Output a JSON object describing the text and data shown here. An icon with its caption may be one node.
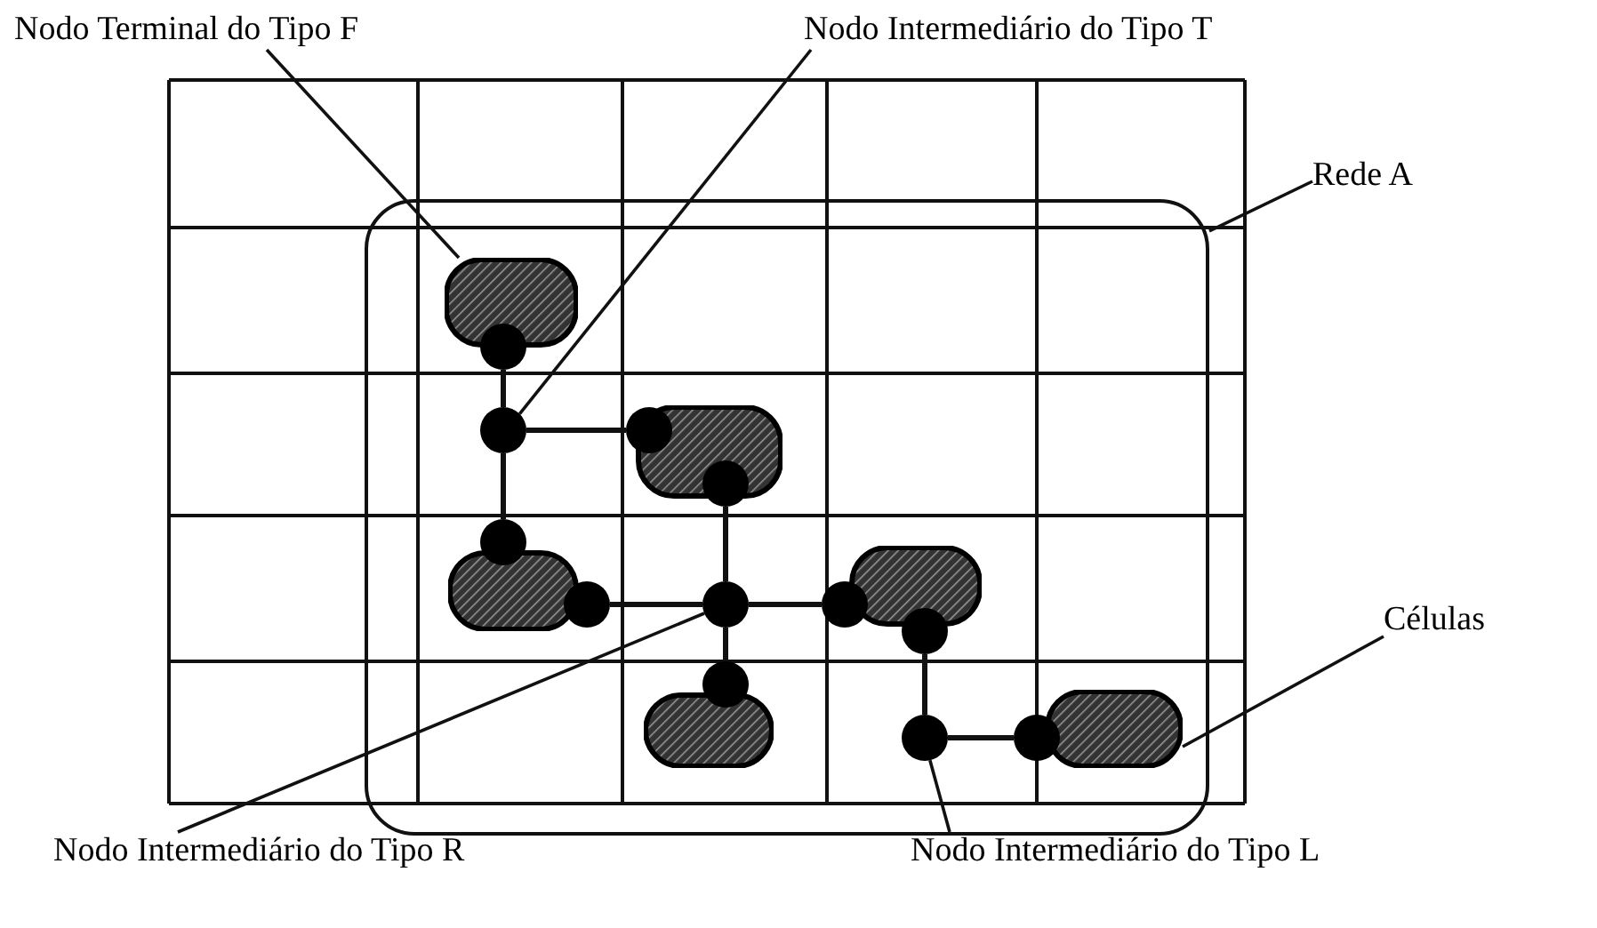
{
  "diagram": {
    "nodes": [
      {
        "text": [
          "Nodo Terminal do Tipo F"
        ]
      },
      {
        "text": [
          "Nodo Intermediário do Tipo T"
        ]
      },
      {
        "text": [
          "Rede A"
        ]
      },
      {
        "text": [],
        "shape": "box"
      },
      {
        "text": [],
        "shape": "cloud",
        "in": 3
      },
      {
        "text": [],
        "shape": "circle",
        "in": 3
      },
      {
        "text": [],
        "shape": "cloud",
        "in": 3
      },
      {
        "text": [],
        "shape": "cloud",
        "in": 3
      },
      {
        "text": [],
        "shape": "circle",
        "in": 3
      },
      {
        "text": [],
        "shape": "cloud",
        "in": 3
      },
      {
        "text": [],
        "shape": "cloud",
        "in": 3
      },
      {
        "text": [],
        "shape": "circle",
        "in": 3
      },
      {
        "text": [],
        "shape": "cloud",
        "in": 3
      },
      {
        "text": [
          "Células"
        ]
      },
      {
        "text": [
          "Nodo Intermediário do Tipo R"
        ]
      },
      {
        "text": [
          "Nodo Intermediário do Tipo L"
        ]
      }
    ],
    "edges": [
      {
        "from": 4,
        "to": 5,
        "arrow": "none"
      },
      {
        "from": 5,
        "to": 6,
        "arrow": "none"
      },
      {
        "from": 5,
        "to": 7,
        "arrow": "none"
      },
      {
        "from": 6,
        "to": 8,
        "arrow": "none"
      },
      {
        "from": 7,
        "to": 8,
        "arrow": "none"
      },
      {
        "from": 8,
        "to": 9,
        "arrow": "none"
      },
      {
        "from": 8,
        "to": 10,
        "arrow": "none"
      },
      {
        "from": 9,
        "to": 11,
        "arrow": "none"
      },
      {
        "from": 11,
        "to": 12,
        "arrow": "none"
      },
      {
        "from": 0,
        "to": 4,
        "arrow": "none"
      },
      {
        "from": 1,
        "to": 5,
        "arrow": "none"
      },
      {
        "from": 2,
        "to": 3,
        "arrow": "none"
      },
      {
        "from": 13,
        "to": 12,
        "arrow": "none"
      },
      {
        "from": 14,
        "to": 8,
        "arrow": "none"
      },
      {
        "from": 15,
        "to": 11,
        "arrow": "none"
      }
    ]
  }
}
